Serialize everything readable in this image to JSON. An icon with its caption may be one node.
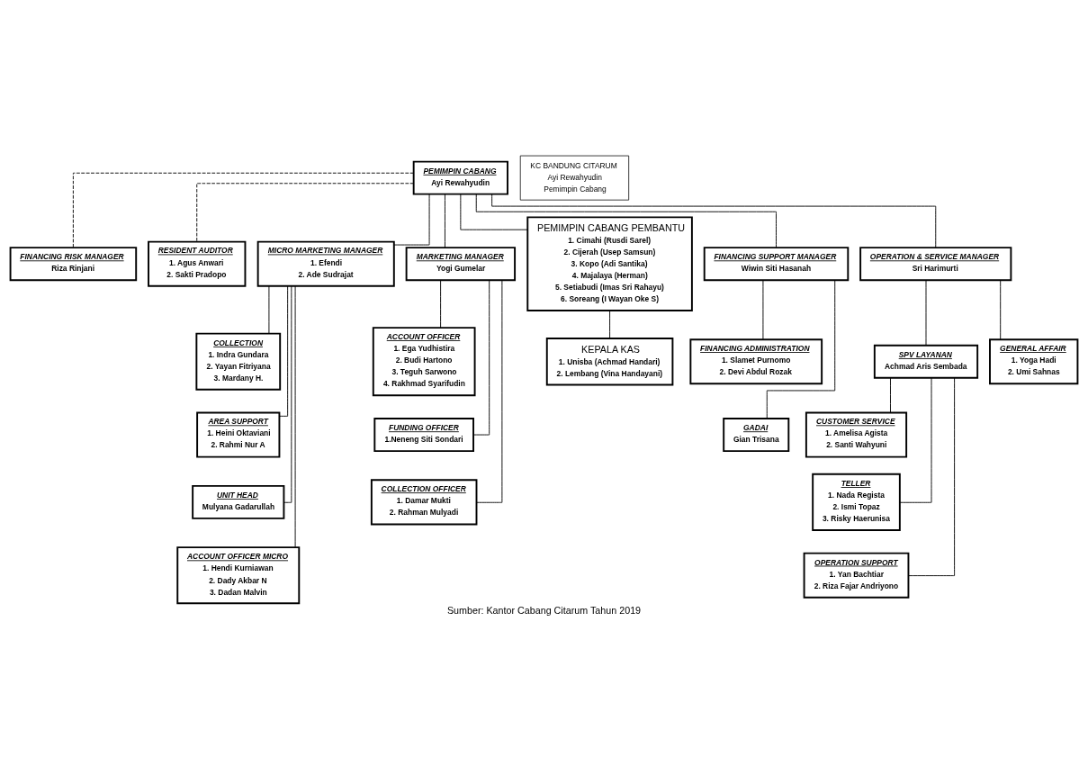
{
  "diagram": {
    "caption": "Sumber: Kantor Cabang Citarum Tahun 2019",
    "nodes": [
      {
        "text": [
          "PEMIMPIN CABANG",
          "Ayi Rewahyudin"
        ]
      },
      {
        "text": [
          "FINANCING RISK MANAGER",
          "Riza Rinjani"
        ]
      },
      {
        "text": [
          "RESIDENT AUDITOR",
          "1. Agus Anwari",
          "2. Sakti Pradopo"
        ]
      },
      {
        "text": [
          "MICRO MARKETING MANAGER",
          "1. Efendi",
          "2. Ade Sudrajat"
        ]
      },
      {
        "text": [
          "MARKETING MANAGER",
          "Yogi Gumelar"
        ]
      },
      {
        "text": [
          "PEMIMPIN CABANG PEMBANTU",
          "1. Cimahi (Rusdi Sarel)",
          "2. Cijerah (Usep Samsun)",
          "3. Kopo (Adi Santika)",
          "4. Majalaya (Herman)",
          "5. Setiabudi (Imas Sri Rahayu)",
          "6. Soreang (I Wayan Oke S)"
        ]
      },
      {
        "text": [
          "FINANCING SUPPORT MANAGER",
          "Wiwin Siti Hasanah"
        ]
      },
      {
        "text": [
          "OPERATION & SERVICE MANAGER",
          "Sri Harimurti"
        ]
      },
      {
        "text": [
          "COLLECTION",
          "1. Indra Gundara",
          "2. Yayan Fitriyana",
          "3. Mardany H."
        ]
      },
      {
        "text": [
          "AREA SUPPORT",
          "1. Heini Oktaviani",
          "2. Rahmi Nur A"
        ]
      },
      {
        "text": [
          "UNIT HEAD",
          "Mulyana Gadarullah"
        ]
      },
      {
        "text": [
          "ACCOUNT OFFICER MICRO",
          "1. Hendi Kurniawan",
          "2. Dady Akbar N",
          "3. Dadan Malvin"
        ]
      },
      {
        "text": [
          "ACCOUNT OFFICER",
          "1. Ega Yudhistira",
          "2. Budi Hartono",
          "3. Teguh Sarwono",
          "4. Rakhmad Syarifudin"
        ]
      },
      {
        "text": [
          "FUNDING OFFICER",
          "1.Neneng Siti Sondari"
        ]
      },
      {
        "text": [
          "COLLECTION OFFICER",
          "1. Damar Mukti",
          "2. Rahman Mulyadi"
        ]
      },
      {
        "text": [
          "KEPALA KAS",
          "1. Unisba (Achmad Handari)",
          "2. Lembang (Vina Handayani)"
        ]
      },
      {
        "text": [
          "FINANCING ADMINISTRATION",
          "1. Slamet Purnomo",
          "2. Devi Abdul Rozak"
        ]
      },
      {
        "text": [
          "GADAI",
          "Gian Trisana"
        ]
      },
      {
        "text": [
          "SPV LAYANAN",
          "Achmad Aris Sembada"
        ]
      },
      {
        "text": [
          "GENERAL AFFAIR",
          "1. Yoga Hadi",
          "2. Umi Sahnas"
        ]
      },
      {
        "text": [
          "CUSTOMER SERVICE",
          "1. Amelisa Agista",
          "2. Santi Wahyuni"
        ]
      },
      {
        "text": [
          "TELLER",
          "1. Nada Regista",
          "2. Ismi Topaz",
          "3. Risky Haerunisa"
        ]
      },
      {
        "text": [
          "OPERATION SUPPORT",
          "1. Yan Bachtiar",
          "2. Riza Fajar Andriyono"
        ]
      },
      {
        "text": [
          "KC BANDUNG CITARUM",
          "Ayi Rewahyudin",
          "Pemimpin Cabang"
        ]
      }
    ],
    "edges": [
      {
        "from": 0,
        "to": 1,
        "arrow": "none",
        "style": "dashed"
      },
      {
        "from": 0,
        "to": 2,
        "arrow": "none",
        "style": "dashed"
      },
      {
        "from": 0,
        "to": 3,
        "arrow": "none"
      },
      {
        "from": 0,
        "to": 4,
        "arrow": "none"
      },
      {
        "from": 0,
        "to": 5,
        "arrow": "none"
      },
      {
        "from": 0,
        "to": 6,
        "arrow": "none"
      },
      {
        "from": 0,
        "to": 7,
        "arrow": "none"
      },
      {
        "from": 3,
        "to": 8,
        "arrow": "none"
      },
      {
        "from": 3,
        "to": 9,
        "arrow": "none"
      },
      {
        "from": 3,
        "to": 10,
        "arrow": "none"
      },
      {
        "from": 3,
        "to": 11,
        "arrow": "none"
      },
      {
        "from": 4,
        "to": 12,
        "arrow": "none"
      },
      {
        "from": 4,
        "to": 13,
        "arrow": "none"
      },
      {
        "from": 4,
        "to": 14,
        "arrow": "none"
      },
      {
        "from": 5,
        "to": 15,
        "arrow": "none"
      },
      {
        "from": 6,
        "to": 16,
        "arrow": "none"
      },
      {
        "from": 6,
        "to": 17,
        "arrow": "none"
      },
      {
        "from": 7,
        "to": 18,
        "arrow": "none"
      },
      {
        "from": 7,
        "to": 19,
        "arrow": "none"
      },
      {
        "from": 18,
        "to": 20,
        "arrow": "none"
      },
      {
        "from": 18,
        "to": 21,
        "arrow": "none"
      },
      {
        "from": 18,
        "to": 22,
        "arrow": "none"
      }
    ]
  }
}
